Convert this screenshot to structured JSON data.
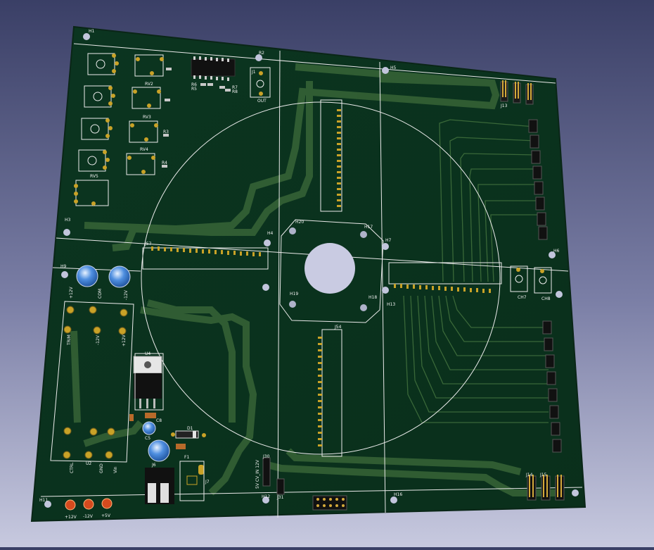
{
  "viewer": {
    "board": {
      "substrate_color": "#0e3a22",
      "trace_color": "#3b6a3a",
      "silk_color": "#f2f2f2",
      "pad_color": "#c9a227",
      "hole_color": "#c9cbe2",
      "mounting_hole_color": "#b9bdd3"
    },
    "labels": {
      "h1": "H1",
      "h3": "H3",
      "h9": "H9",
      "h11": "H11",
      "h12": "H12",
      "h13": "H13",
      "h16": "H16",
      "h17": "H17",
      "h18": "H18",
      "h19": "H19",
      "h20": "H20",
      "h4": "H4",
      "h5": "H5",
      "h6": "H6",
      "h7": "H7",
      "r2": "R2",
      "r3": "R3",
      "r4": "R4",
      "r6": "R6",
      "r7": "R7",
      "r8": "R8",
      "r5": "R5",
      "rv2": "RV2",
      "rv3": "RV3",
      "rv4": "RV4",
      "rv5": "RV5",
      "j1": "J1",
      "j6": "J6",
      "j7": "J7",
      "j13": "J13",
      "j14": "J14",
      "j15": "J15",
      "j30": "J30",
      "j31": "J31",
      "j57": "J57",
      "j54": "J54",
      "u2": "U2",
      "u4": "U4",
      "c5": "C5",
      "c8": "C8",
      "d1": "D1",
      "f1": "F1",
      "out": "OUT",
      "ch7": "CH7",
      "ch8": "CH8",
      "plus12v": "+12V",
      "com": "COM",
      "minus12v": "-12V",
      "trim": "TRIM",
      "ctrl": "CTRL",
      "gnd": "GND",
      "vin": "Vin",
      "led_plus12": "+12V",
      "led_minus12": "-12V",
      "led_plus5": "+5V",
      "header_label": "5V CV_IN 12V"
    }
  }
}
